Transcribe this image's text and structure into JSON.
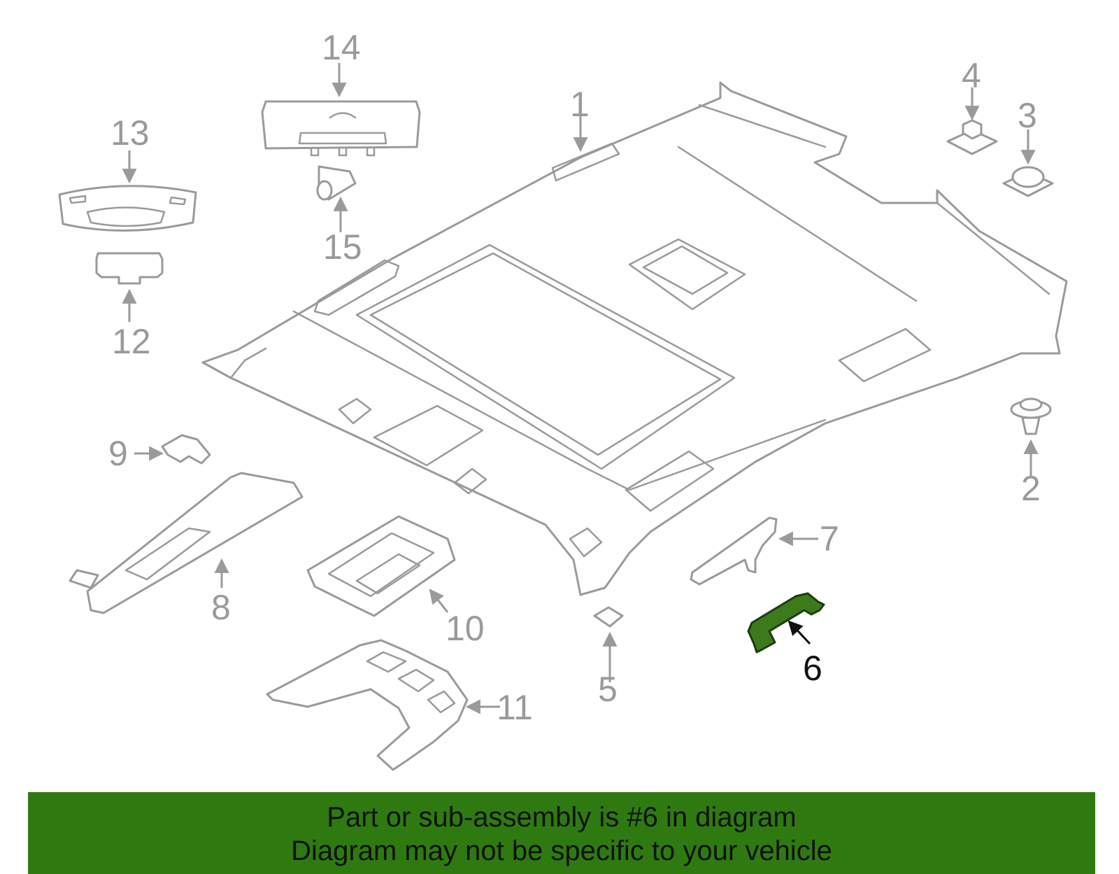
{
  "callouts": [
    "1",
    "2",
    "3",
    "4",
    "5",
    "6",
    "7",
    "8",
    "9",
    "10",
    "11",
    "12",
    "13",
    "14",
    "15"
  ],
  "highlighted_part": "6",
  "highlight_color": "#3c7a1c",
  "line_color": "#9a9a9a",
  "banner": {
    "line1": "Part or sub-assembly is #6 in diagram",
    "line2": "Diagram may not be specific to your vehicle",
    "color": "#2e7a10"
  }
}
